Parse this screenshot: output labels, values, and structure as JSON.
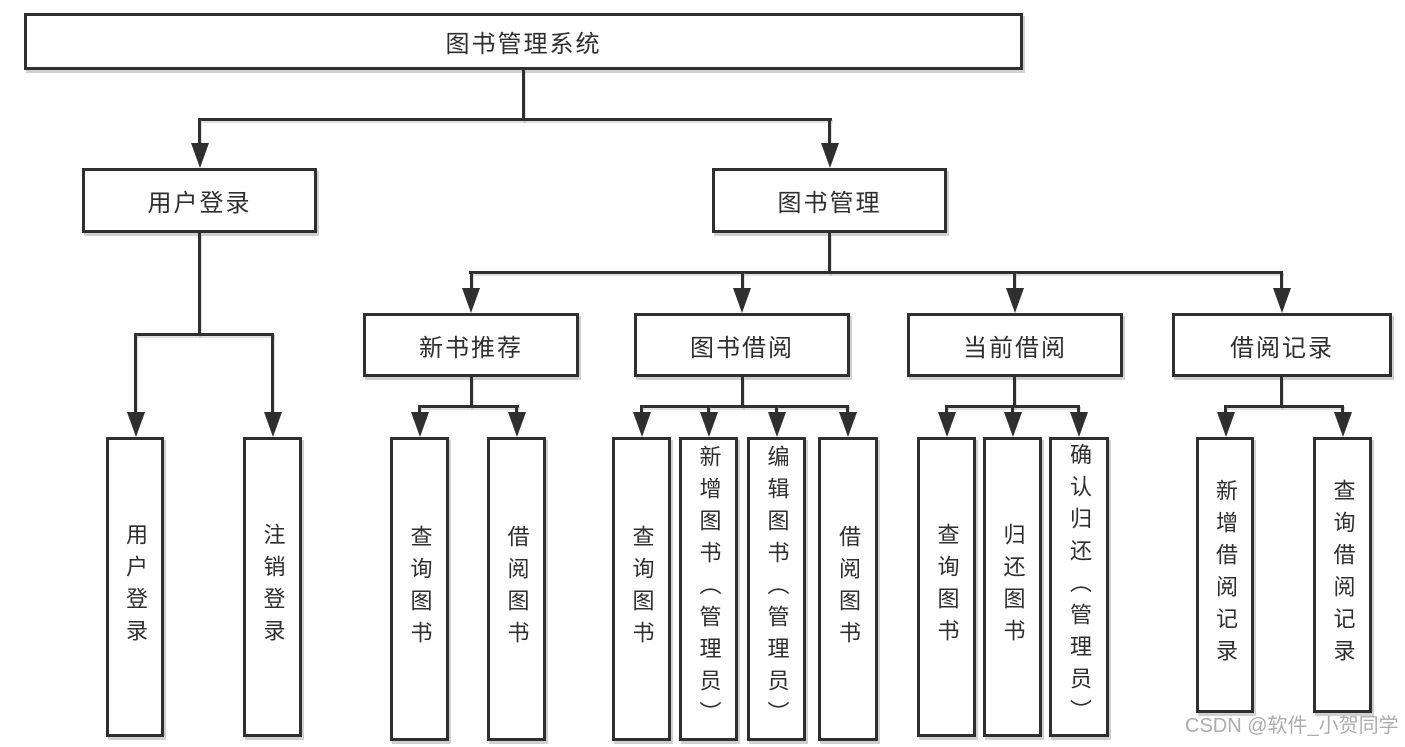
{
  "title": "图书管理系统",
  "watermark": "CSDN @软件_小贺同学",
  "colors": {
    "line": "#2f2f2f",
    "text": "#2e2e2e",
    "watermark": "#adadad",
    "bg": "#ffffff"
  },
  "tree": {
    "user_login": {
      "label": "用户登录",
      "children": [
        {
          "label": "用户登录"
        },
        {
          "label": "注销登录"
        }
      ]
    },
    "book_mgmt": {
      "label": "图书管理",
      "children": [
        {
          "label": "新书推荐",
          "children": [
            {
              "label": "查询图书"
            },
            {
              "label": "借阅图书"
            }
          ]
        },
        {
          "label": "图书借阅",
          "children": [
            {
              "label": "查询图书"
            },
            {
              "label": "新增图书（管理员）"
            },
            {
              "label": "编辑图书（管理员）"
            },
            {
              "label": "借阅图书"
            }
          ]
        },
        {
          "label": "当前借阅",
          "children": [
            {
              "label": "查询图书"
            },
            {
              "label": "归还图书"
            },
            {
              "label": "确认归还（管理员）"
            }
          ]
        },
        {
          "label": "借阅记录",
          "children": [
            {
              "label": "新增借阅记录"
            },
            {
              "label": "查询借阅记录"
            }
          ]
        }
      ]
    }
  }
}
